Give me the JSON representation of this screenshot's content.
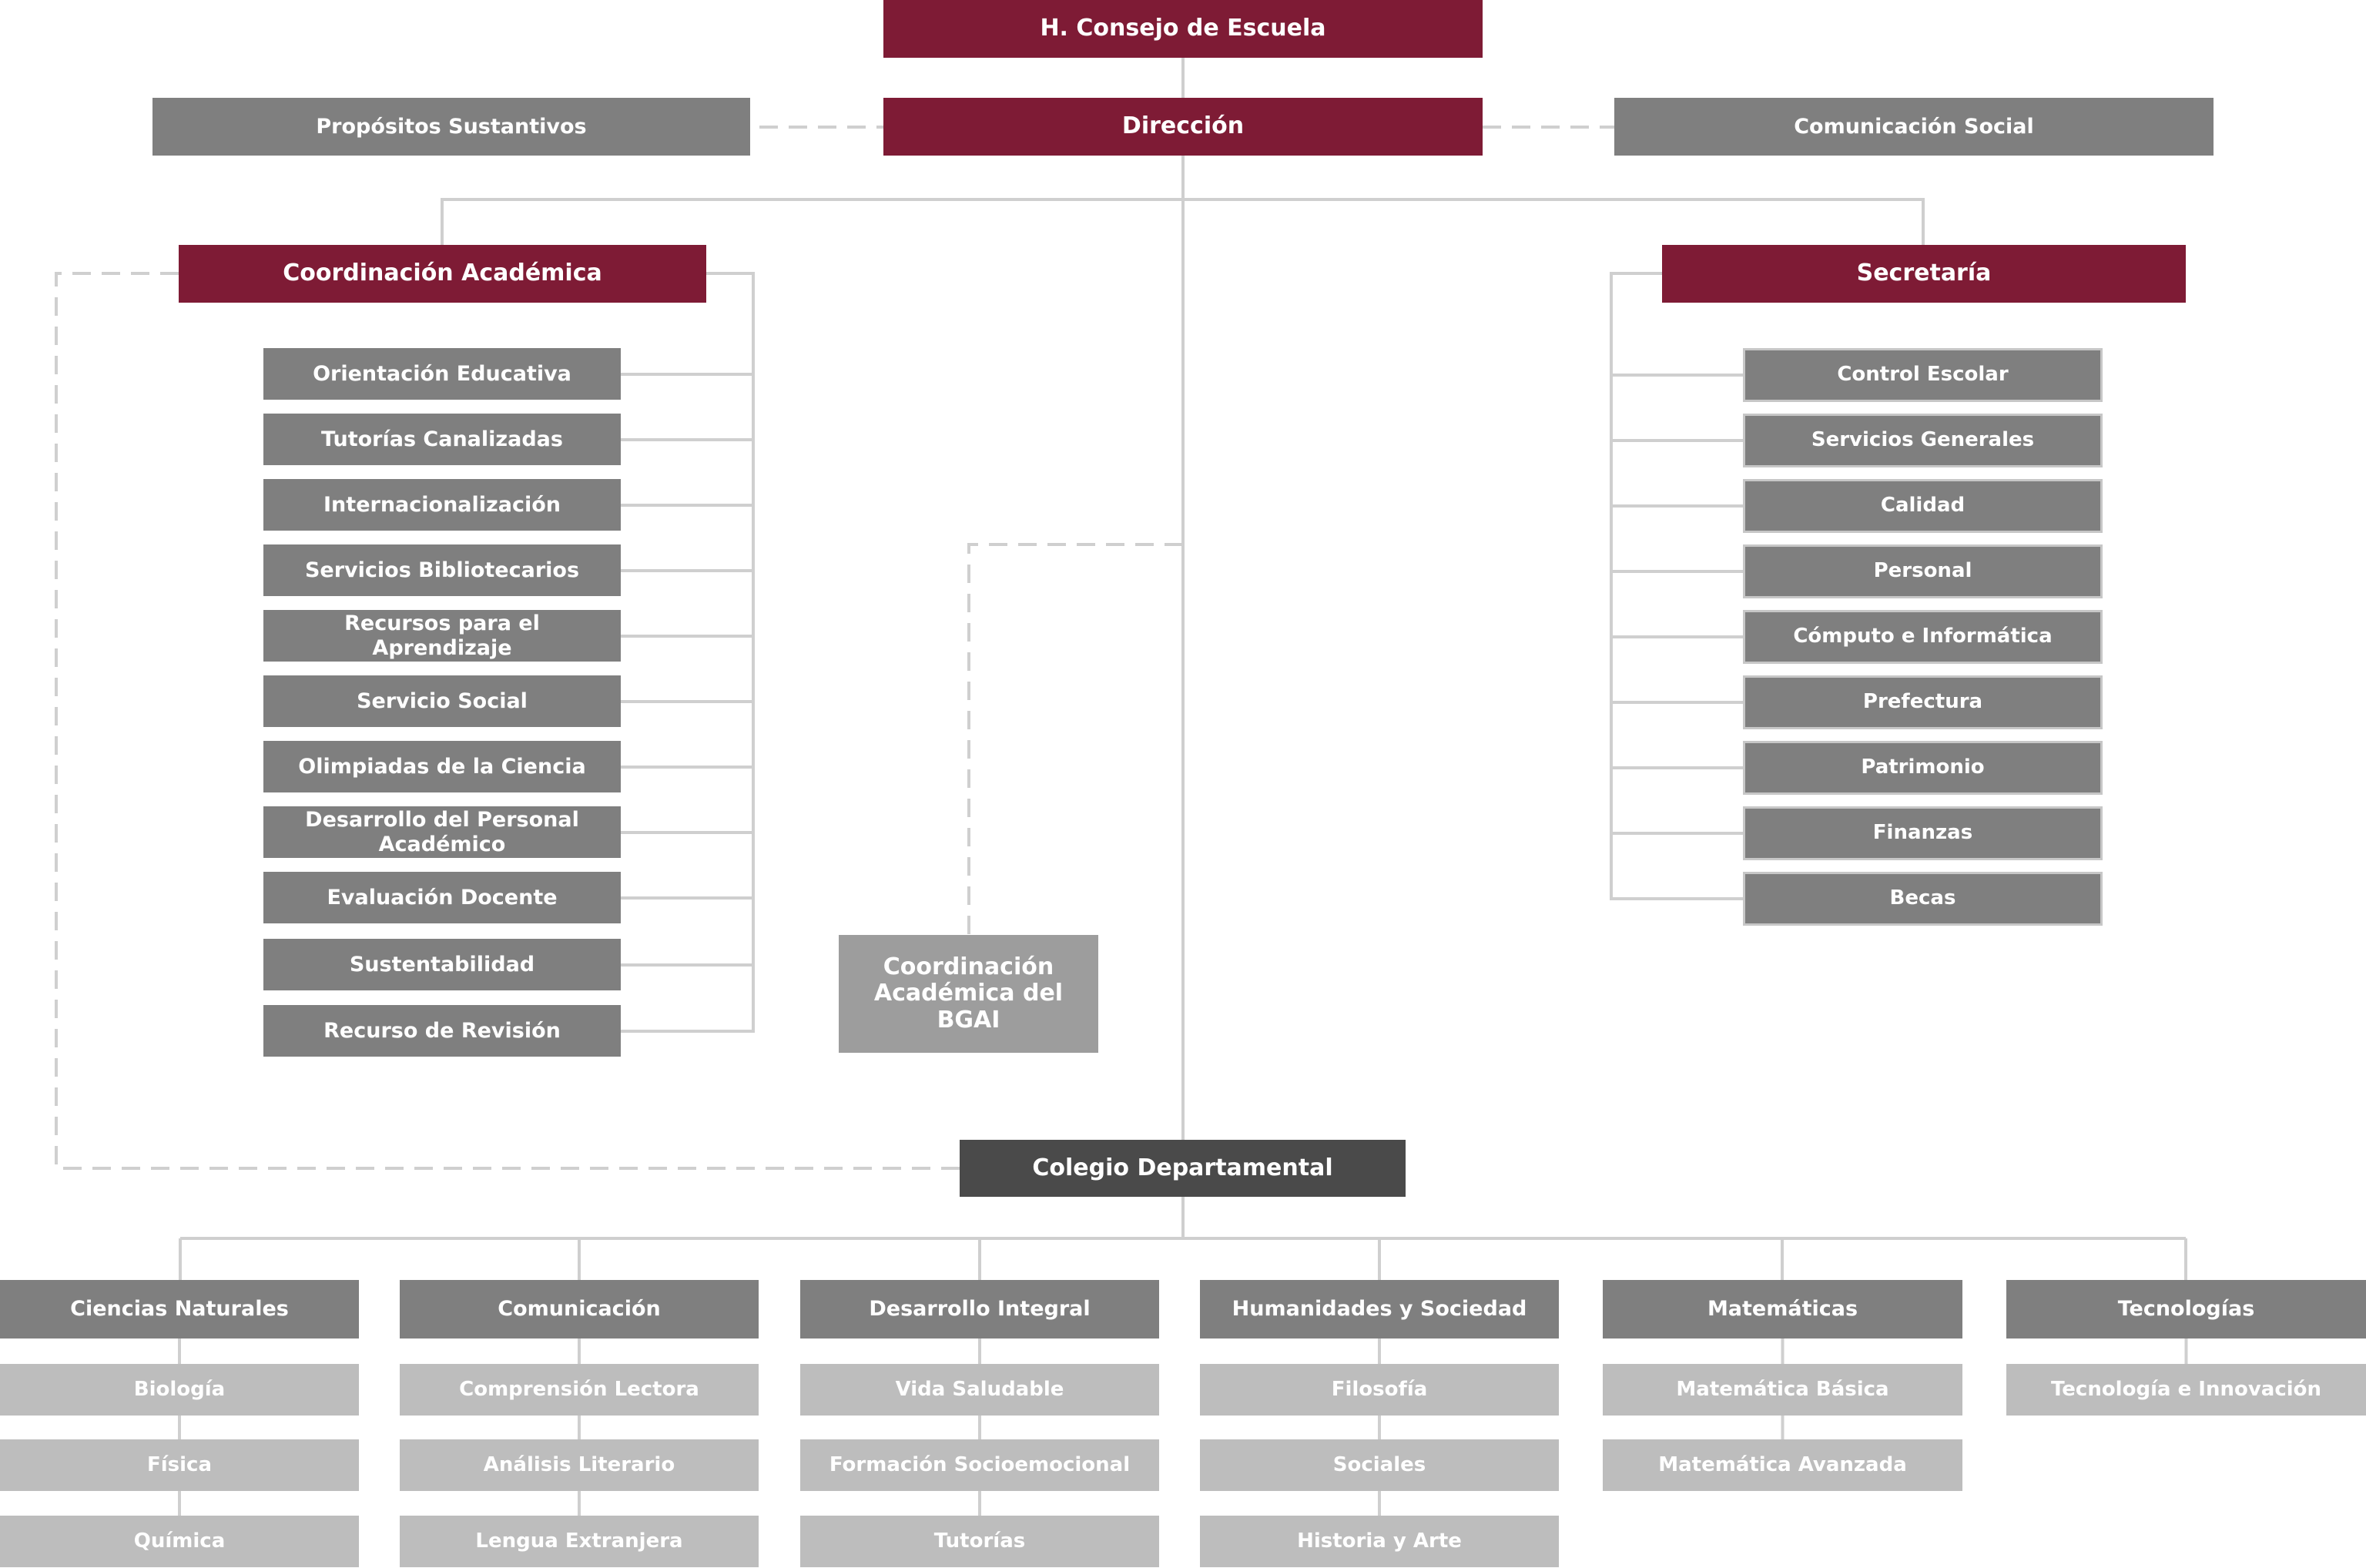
{
  "top": {
    "consejo": "H. Consejo de Escuela",
    "direccion": "Dirección",
    "propositos": "Propósitos Sustantivos",
    "comunicacion_social": "Comunicación Social"
  },
  "coordinacion_academica": {
    "title": "Coordinación Académica",
    "items": [
      "Orientación Educativa",
      "Tutorías Canalizadas",
      "Internacionalización",
      "Servicios Bibliotecarios",
      "Recursos para el Aprendizaje",
      "Servicio Social",
      "Olimpiadas de la Ciencia",
      "Desarrollo del Personal Académico",
      "Evaluación Docente",
      "Sustentabilidad",
      "Recurso de Revisión"
    ]
  },
  "secretaria": {
    "title": "Secretaría",
    "items": [
      "Control Escolar",
      "Servicios Generales",
      "Calidad",
      "Personal",
      "Cómputo e Informática",
      "Prefectura",
      "Patrimonio",
      "Finanzas",
      "Becas"
    ]
  },
  "bgai": "Coordinación Académica del BGAI",
  "colegio": "Colegio Departamental",
  "departamentos": [
    {
      "name": "Ciencias Naturales",
      "items": [
        "Biología",
        "Física",
        "Química"
      ]
    },
    {
      "name": "Comunicación",
      "items": [
        "Comprensión Lectora",
        "Análisis Literario",
        "Lengua Extranjera"
      ]
    },
    {
      "name": "Desarrollo Integral",
      "items": [
        "Vida Saludable",
        "Formación Socioemocional",
        "Tutorías"
      ]
    },
    {
      "name": "Humanidades y Sociedad",
      "items": [
        "Filosofía",
        "Sociales",
        "Historia y Arte"
      ]
    },
    {
      "name": "Matemáticas",
      "items": [
        "Matemática Básica",
        "Matemática Avanzada"
      ]
    },
    {
      "name": "Tecnologías",
      "items": [
        "Tecnología e Innovación"
      ]
    }
  ],
  "colors": {
    "maroon": "#7e1b35",
    "gray": "#7f7f7f",
    "light_gray": "#bdbdbd",
    "dark_gray": "#4a4a4a",
    "connector": "#cfcfcf"
  }
}
